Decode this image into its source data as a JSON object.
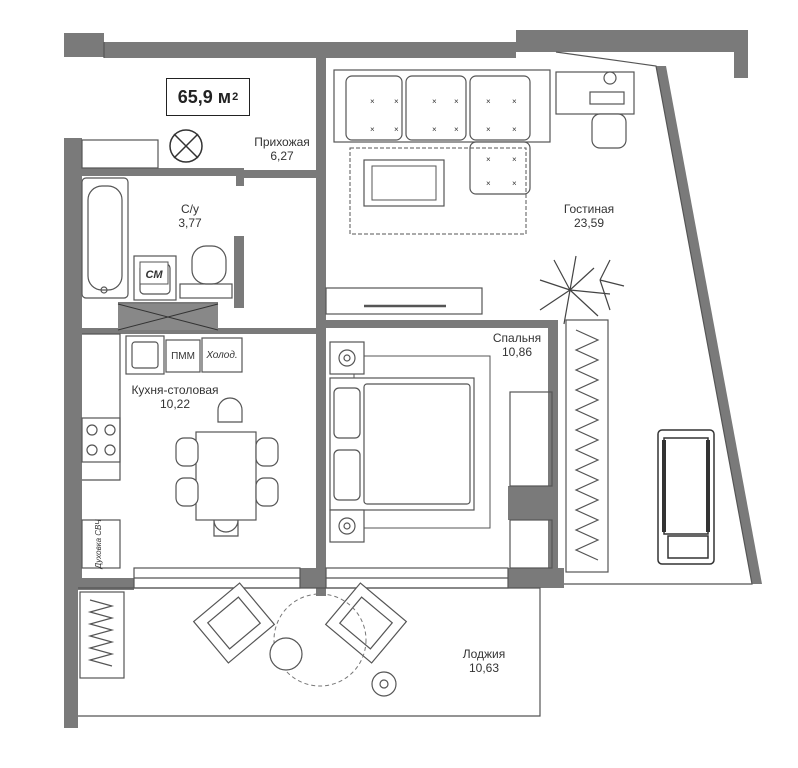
{
  "total_area": {
    "value": "65,9 м",
    "sup": "2"
  },
  "colors": {
    "wall": "#777777",
    "line": "#555555",
    "text": "#333333"
  },
  "rooms": [
    {
      "id": "hall",
      "name": "Прихожая",
      "area": "6,27"
    },
    {
      "id": "bath",
      "name": "С/у",
      "area": "3,77"
    },
    {
      "id": "living",
      "name": "Гостиная",
      "area": "23,59"
    },
    {
      "id": "bedroom",
      "name": "Спальня",
      "area": "10,86"
    },
    {
      "id": "kitchen",
      "name": "Кухня-столовая",
      "area": "10,22"
    },
    {
      "id": "loggia",
      "name": "Лоджия",
      "area": "10,63"
    }
  ],
  "appliances": {
    "washer": "СМ",
    "dishwasher": "ПММ",
    "fridge": "Холод.",
    "oven": "Духовка СВЧ"
  }
}
